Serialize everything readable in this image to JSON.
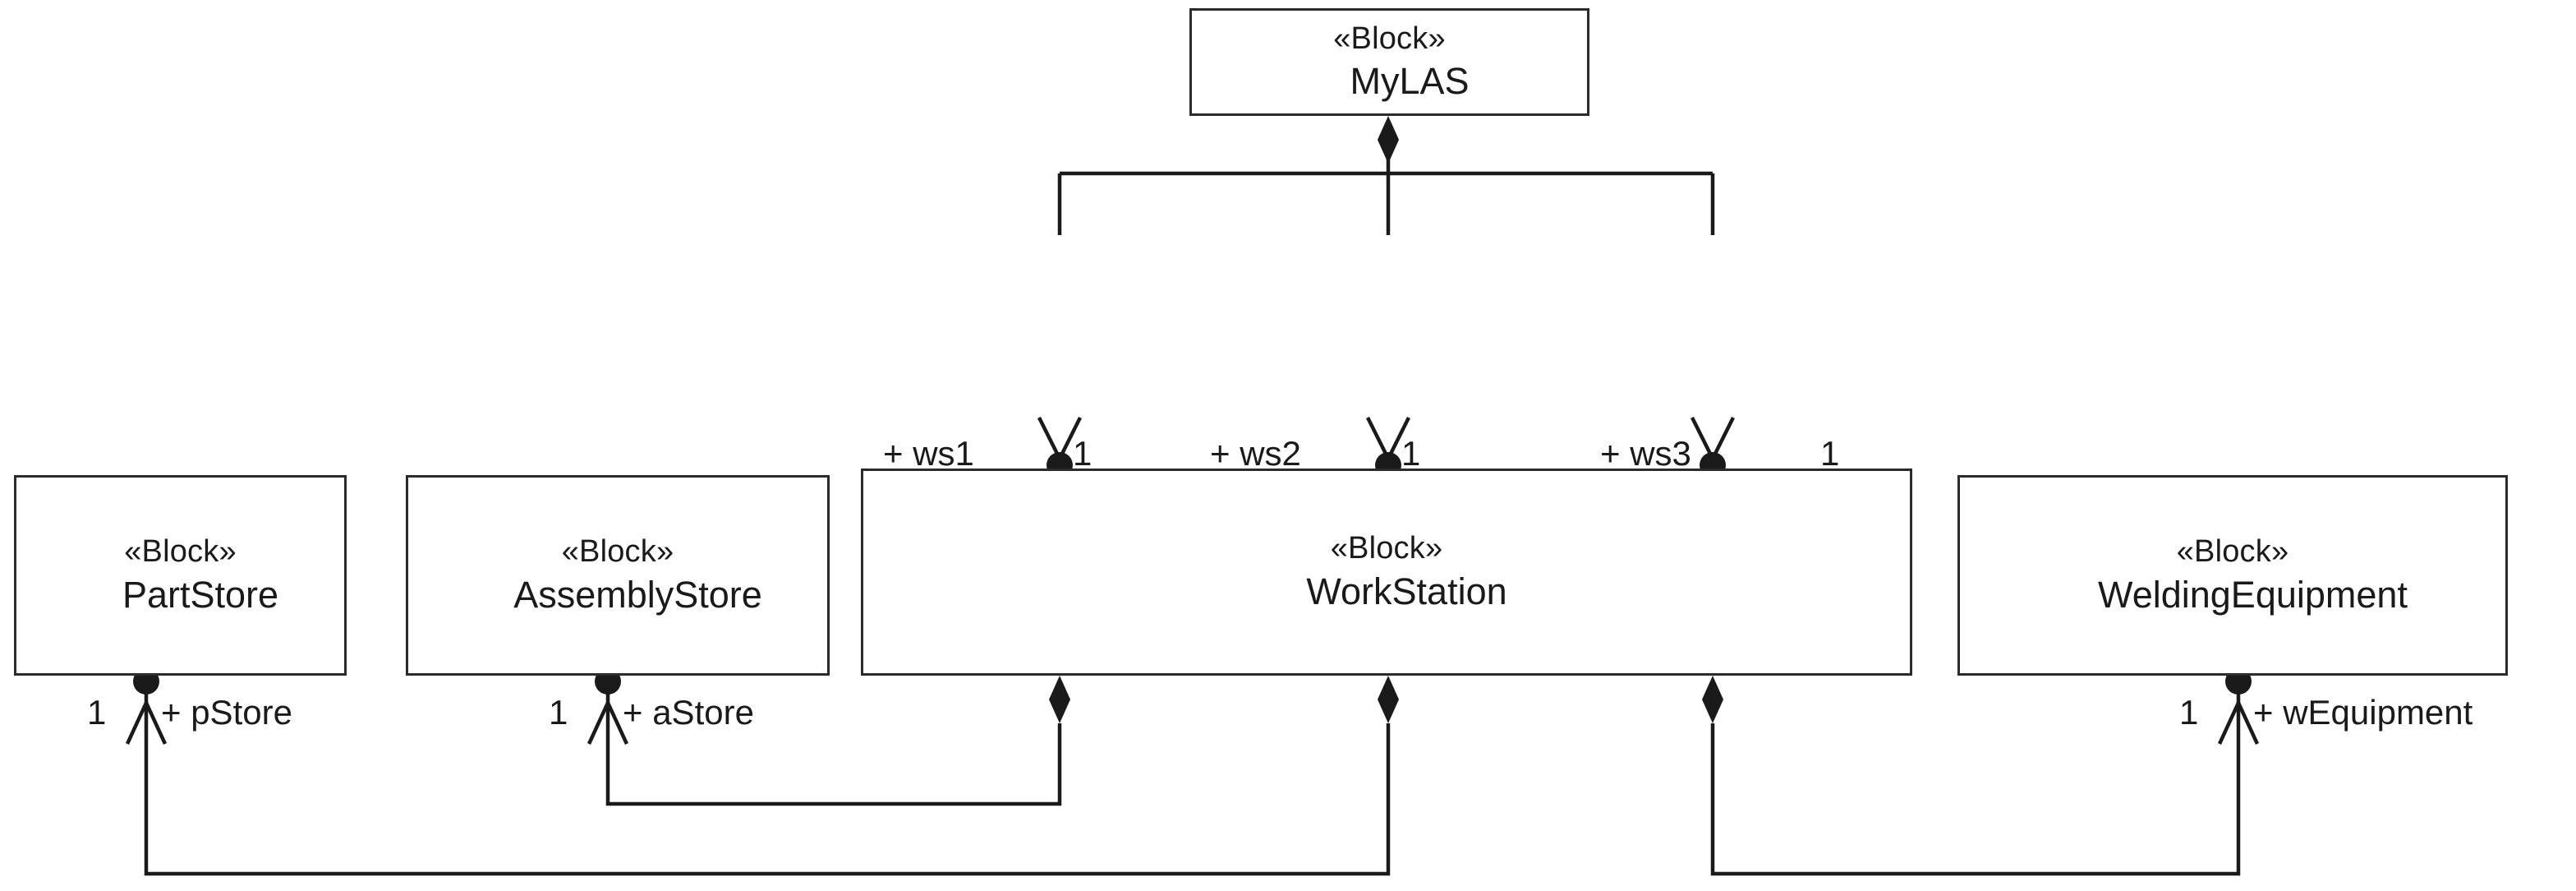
{
  "diagram": {
    "type": "SysML Block Definition Diagram",
    "stereotype": "«Block»",
    "icon_name": "block-icon",
    "icon_glyph": "«B»",
    "colors": {
      "background": "#ffffff",
      "block_border": "#2b2b2b",
      "line": "#1a1a1a",
      "text": "#1a1a1a",
      "icon_fill": "#c7dcf0",
      "icon_border": "#5b8db8",
      "icon_glyph": "#2a6099"
    }
  },
  "blocks": [
    {
      "id": "mylas",
      "stereotype": "«Block»",
      "name": "MyLAS"
    },
    {
      "id": "partstore",
      "stereotype": "«Block»",
      "name": "PartStore"
    },
    {
      "id": "assemblystore",
      "stereotype": "«Block»",
      "name": "AssemblyStore"
    },
    {
      "id": "workstation",
      "stereotype": "«Block»",
      "name": "WorkStation"
    },
    {
      "id": "weldingequipment",
      "stereotype": "«Block»",
      "name": "WeldingEquipment"
    }
  ],
  "associations": [
    {
      "id": "ws1",
      "owner": "mylas",
      "part": "workstation",
      "role": "+ ws1",
      "multiplicity": "1"
    },
    {
      "id": "ws2",
      "owner": "mylas",
      "part": "workstation",
      "role": "+ ws2",
      "multiplicity": "1"
    },
    {
      "id": "ws3",
      "owner": "mylas",
      "part": "workstation",
      "role": "+ ws3",
      "multiplicity": "1"
    },
    {
      "id": "pstore",
      "owner": "workstation",
      "part": "partstore",
      "role": "+ pStore",
      "multiplicity": "1"
    },
    {
      "id": "astore",
      "owner": "workstation",
      "part": "assemblystore",
      "role": "+ aStore",
      "multiplicity": "1"
    },
    {
      "id": "wequipment",
      "owner": "workstation",
      "part": "weldingequipment",
      "role": "+ wEquipment",
      "multiplicity": "1"
    }
  ]
}
